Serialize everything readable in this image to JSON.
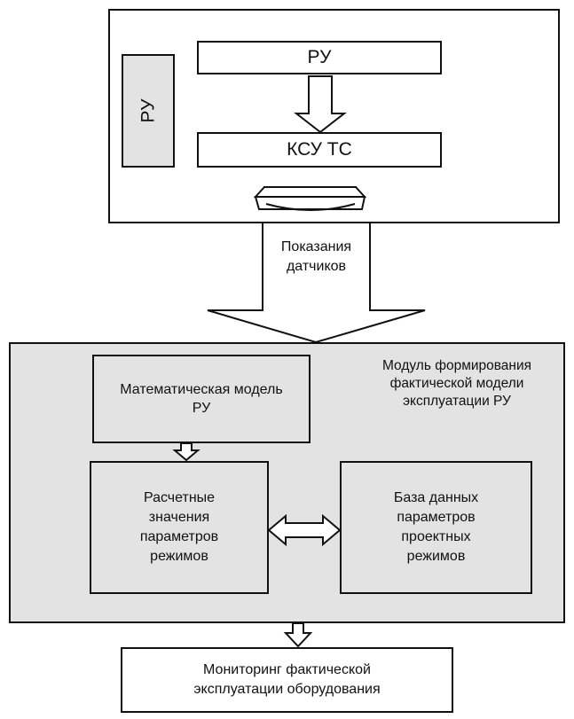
{
  "top_block": {
    "side_label": "РУ",
    "ru_bar_label": "РУ",
    "ksu_bar_label": "КСУ ТС"
  },
  "sensor_arrow": {
    "label_line1": "Показания",
    "label_line2": "датчиков"
  },
  "module": {
    "title_line1": "Модуль формирования",
    "title_line2": "фактической модели",
    "title_line3": "эксплуатации РУ",
    "math_model_line1": "Математическая модель",
    "math_model_line2": "РУ",
    "calc_values_lines": [
      "Расчетные",
      "значения",
      "параметров",
      "режимов"
    ],
    "database_lines": [
      "База данных",
      "параметров",
      "проектных",
      "режимов"
    ]
  },
  "monitoring": {
    "line1": "Мониторинг фактической",
    "line2": "эксплуатации оборудования"
  },
  "colors": {
    "gray_fill": "#e3e3e3",
    "line": "#111111",
    "white": "#ffffff"
  }
}
